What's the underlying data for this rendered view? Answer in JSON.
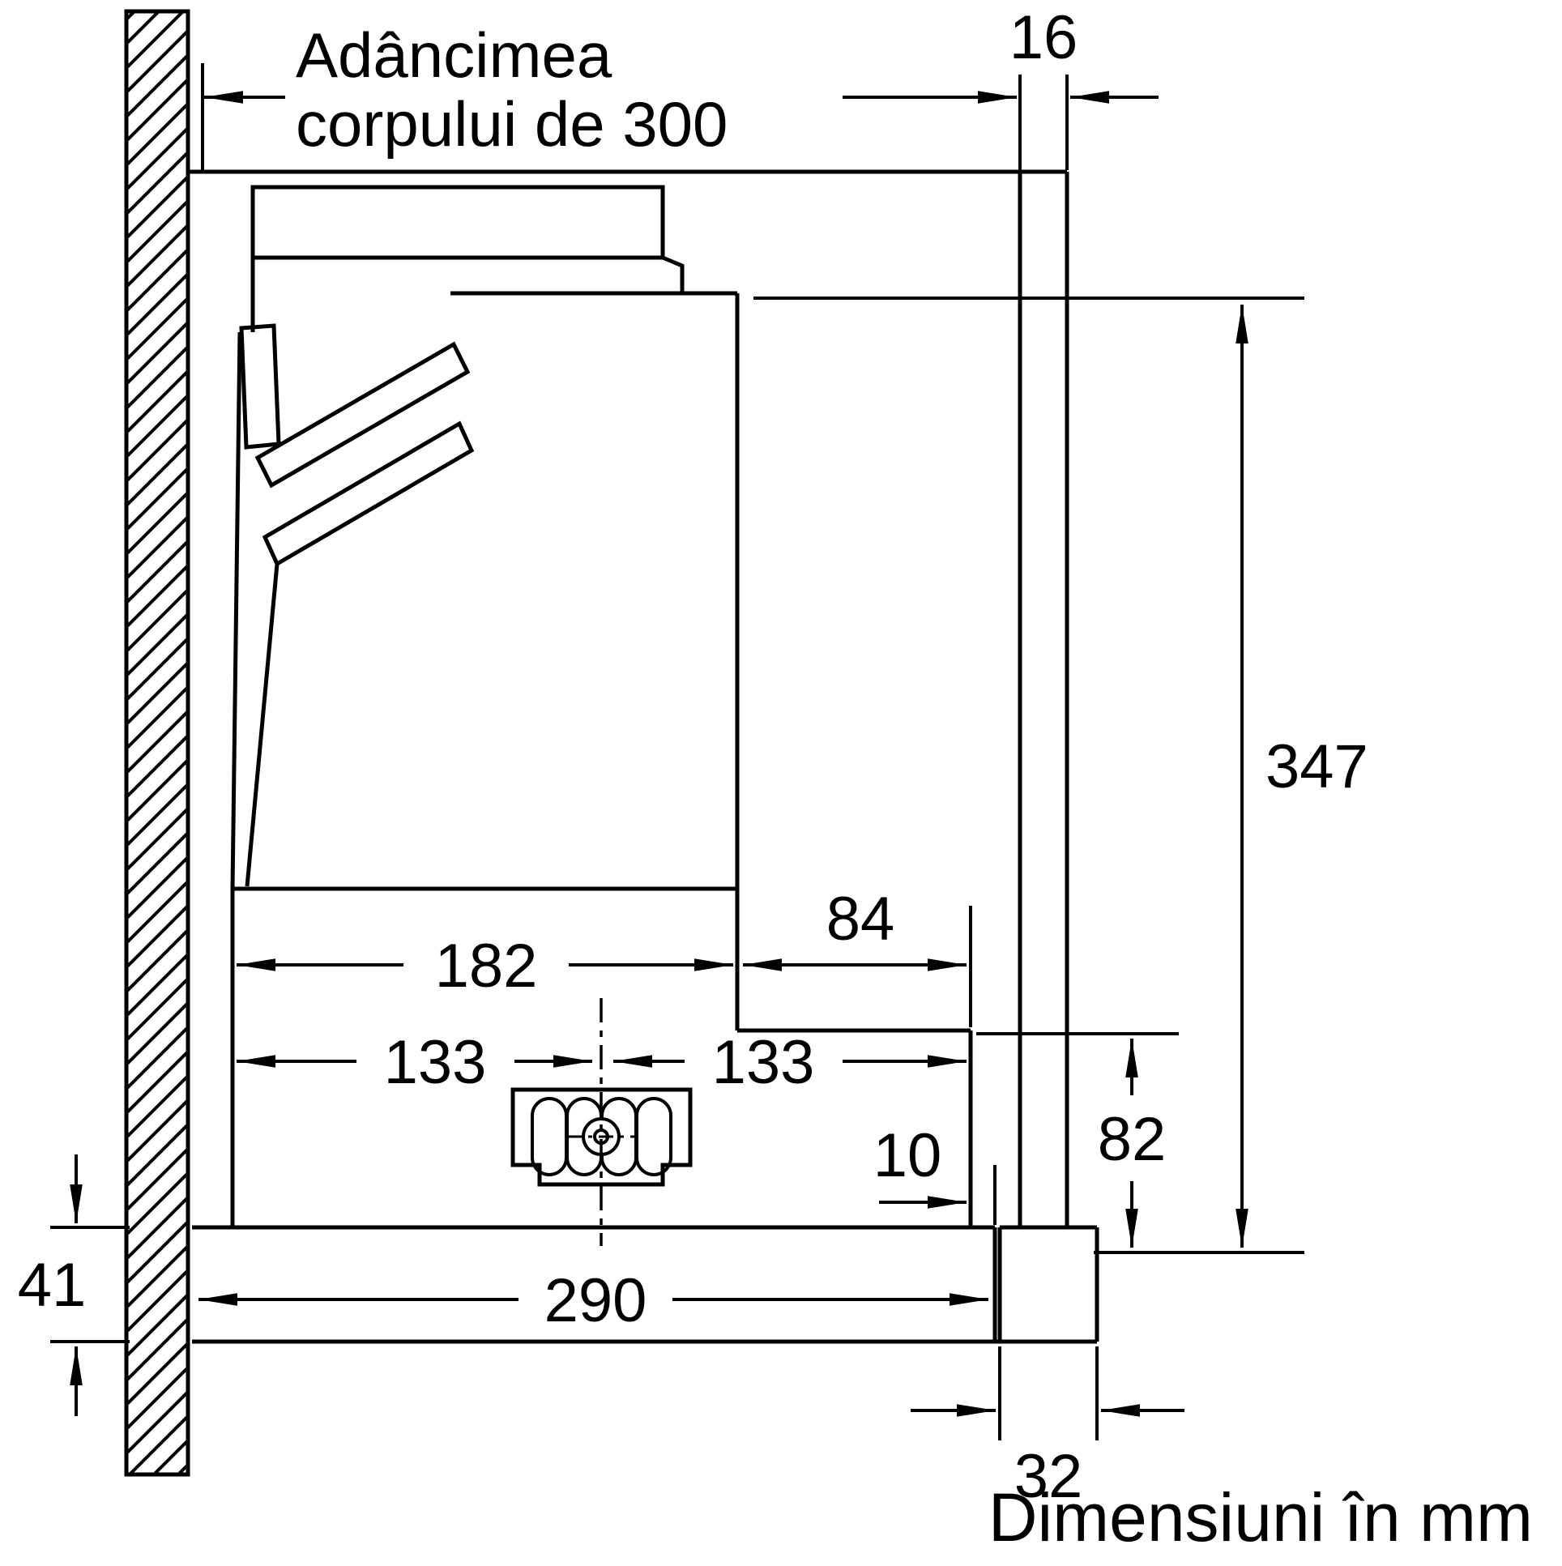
{
  "drawing": {
    "title_line1": "Adâncimea",
    "title_line2": "corpului de 300",
    "footer": "Dimensiuni în mm"
  },
  "dimensions": {
    "panel_thickness": "16",
    "total_height": "347",
    "body_depth": "182",
    "front_depth": "84",
    "duct_left": "133",
    "duct_right": "133",
    "gap": "10",
    "lower_height": "82",
    "visor_height": "41",
    "bottom_depth": "290",
    "front_width": "32"
  },
  "colors": {
    "line": "#000000",
    "text": "#000000",
    "background": "#ffffff"
  }
}
